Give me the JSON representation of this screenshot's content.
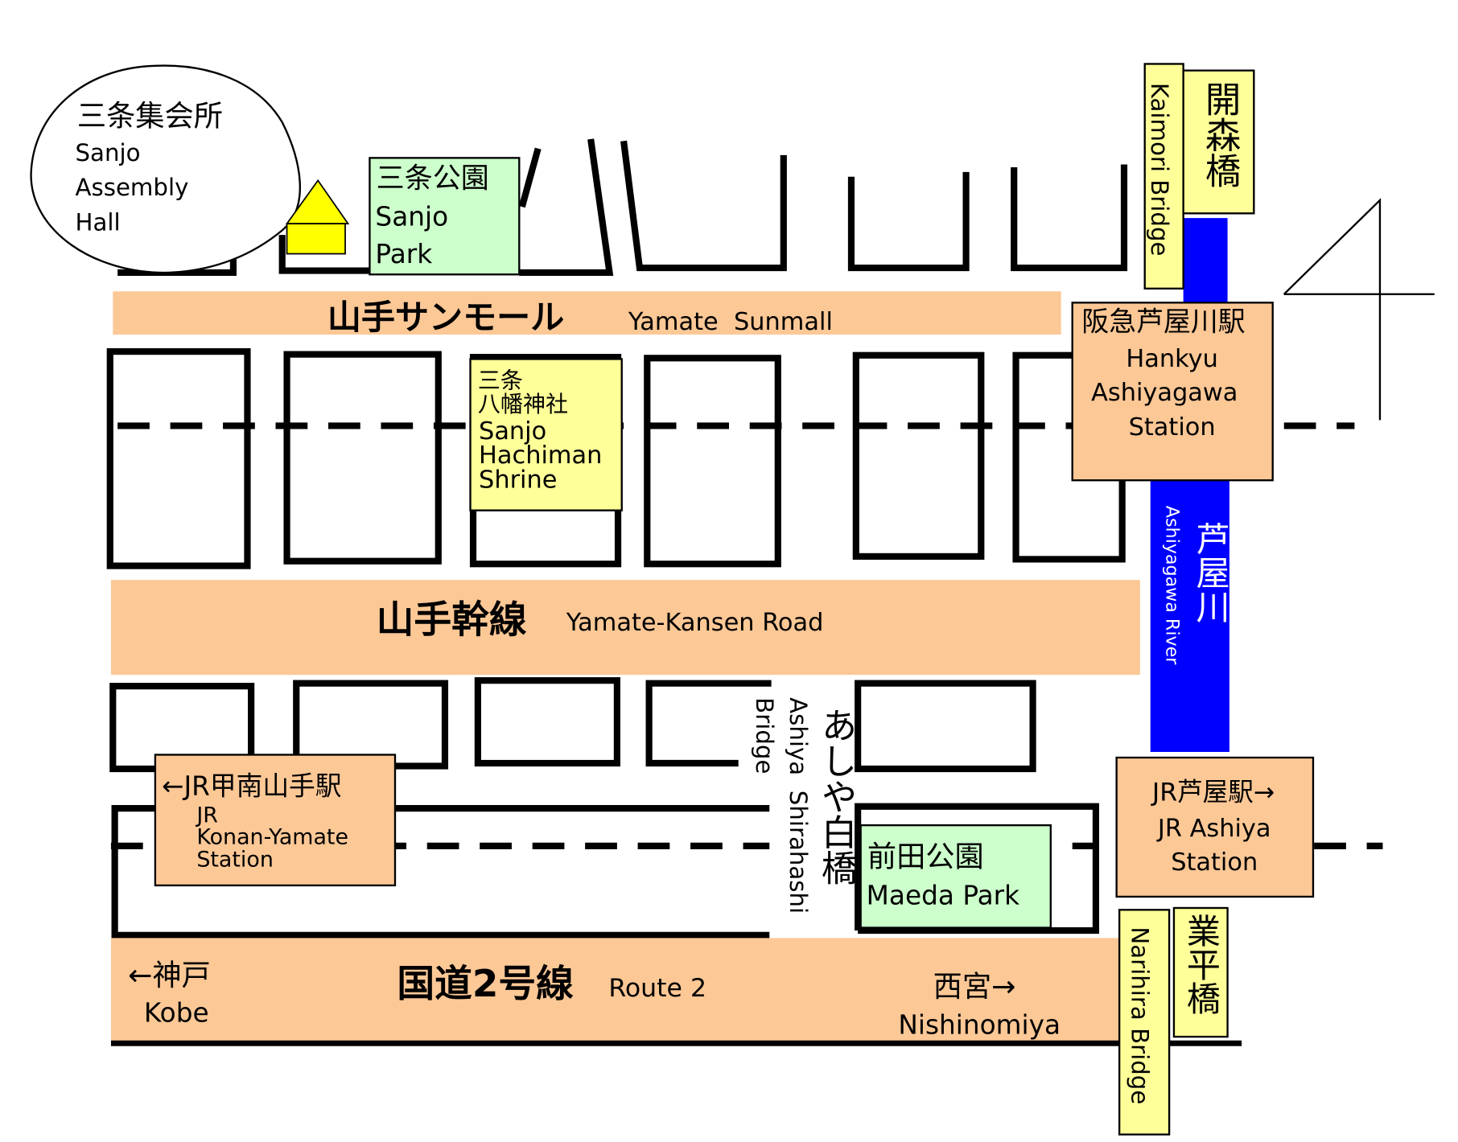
{
  "colors": {
    "road": "#FCC896",
    "river": "#0000FF",
    "park": "#CCFFCC",
    "label": "#FFFF99",
    "house": "#FFFF00"
  },
  "assembly_hall": {
    "ja": "三条集会所",
    "en1": "Sanjo",
    "en2": "Assembly",
    "en3": "Hall"
  },
  "sanjo_park": {
    "ja": "三条公園",
    "en1": "Sanjo",
    "en2": "Park"
  },
  "kaimori_bridge": {
    "en": "Kaimori Bridge",
    "ja": "開森橋"
  },
  "sunmall": {
    "ja": "山手サンモール",
    "en": "Yamate  Sunmall"
  },
  "hankyu_station": {
    "ja": "阪急芦屋川駅",
    "en1": "Hankyu",
    "en2": "Ashiyagawa",
    "en3": "Station"
  },
  "shrine": {
    "ja1": "三条",
    "ja2": "八幡神社",
    "en1": "Sanjo",
    "en2": "Hachiman",
    "en3": "Shrine"
  },
  "kansen": {
    "ja": "山手幹線",
    "en": "Yamate-Kansen Road"
  },
  "river": {
    "ja": "芦屋川",
    "en": "Ashiyagawa River"
  },
  "shirahashi": {
    "ja": "あしや白橋",
    "en1": "Ashiya  Shirahashi",
    "en2": "Bridge"
  },
  "konan_station": {
    "ja": "←JR甲南山手駅",
    "en1": "JR",
    "en2": "Konan-Yamate",
    "en3": "Station"
  },
  "jr_ashiya": {
    "ja": "JR芦屋駅→",
    "en1": "JR Ashiya",
    "en2": "Station"
  },
  "maeda_park": {
    "ja": "前田公園",
    "en": "Maeda Park"
  },
  "route2": {
    "ja": "国道2号線",
    "en": "Route 2"
  },
  "kobe": {
    "ja": "←神戸",
    "en": "Kobe"
  },
  "nishinomiya": {
    "ja": "西宮→",
    "en": "Nishinomiya"
  },
  "narihira_bridge": {
    "en": "Narihira Bridge",
    "ja": "業平橋"
  }
}
